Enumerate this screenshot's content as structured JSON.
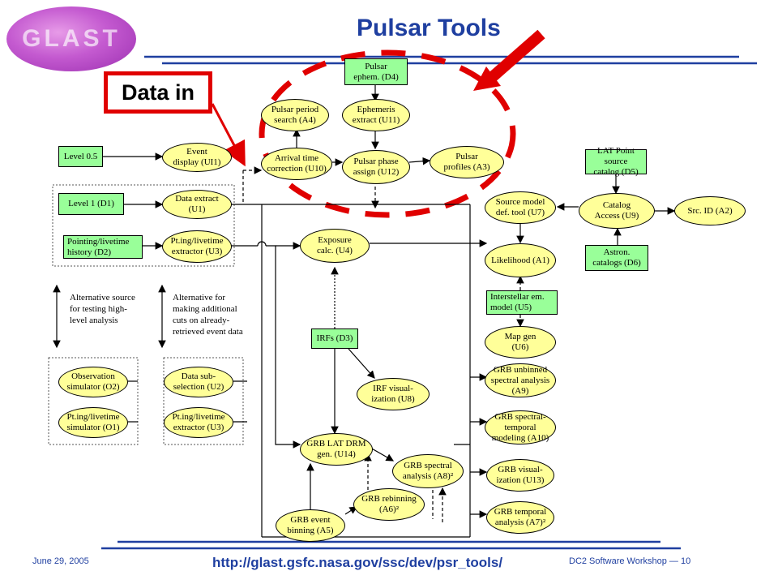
{
  "header": {
    "logo_text": "GLAST",
    "title": "Pulsar Tools",
    "callout": "Data in"
  },
  "colors": {
    "tool_fill": "#ffff99",
    "data_fill": "#99ff99",
    "accent_blue": "#1f3fa0",
    "highlight_red": "#e00000"
  },
  "nodes": {
    "pulsar_ephem": "Pulsar\nephem. (D4)",
    "pulsar_period_search": "Pulsar period\nsearch (A4)",
    "ephemeris_extract": "Ephemeris\nextract (U11)",
    "arrival_time_correction": "Arrival time\ncorrection (U10)",
    "pulsar_phase_assign": "Pulsar phase\nassign (U12)",
    "pulsar_profiles": "Pulsar\nprofiles (A3)",
    "level_05": "Level 0.5",
    "event_display": "Event\ndisplay (UI1)",
    "level_1": "Level 1 (D1)",
    "data_extract": "Data extract\n(U1)",
    "pointing_history": "Pointing/livetime\nhistory (D2)",
    "ptg_extractor": "Pt.ing/livetime\nextractor (U3)",
    "exposure_calc": "Exposure\ncalc. (U4)",
    "lat_point_source_catalog": "LAT Point source\ncatalog (D5)",
    "source_model_def": "Source model\ndef. tool (U7)",
    "catalog_access": "Catalog\nAccess (U9)",
    "src_id": "Src. ID (A2)",
    "likelihood": "Likelihood (A1)",
    "astron_catalogs": "Astron.\ncatalogs (D6)",
    "interstellar_em": "Interstellar em.\nmodel (U5)",
    "map_gen": "Map gen\n(U6)",
    "irfs": "IRFs (D3)",
    "grb_unbinned": "GRB unbinned\nspectral analysis (A9)",
    "irf_visualization": "IRF visual-\nization (U8)",
    "grb_spectral_temporal": "GRB spectral-temporal\nmodeling (A10)",
    "observation_simulator": "Observation\nsimulator (O2)",
    "ptg_simulator": "Pt.ing/livetime\nsimulator (O1)",
    "data_subselection": "Data sub-\nselection (U2)",
    "ptg_extractor_2": "Pt.ing/livetime\nextractor (U3)",
    "grb_lat_drm": "GRB LAT DRM\ngen. (U14)",
    "grb_spectral_analysis": "GRB spectral\nanalysis (A8)²",
    "grb_visualization": "GRB visual-\nization (U13)",
    "grb_rebinning": "GRB rebinning\n(A6)²",
    "grb_event_binning": "GRB event\nbinning (A5)",
    "grb_temporal_analysis": "GRB temporal\nanalysis (A7)²"
  },
  "notes": {
    "alt_source": "Alternative source\nfor testing high-\nlevel analysis",
    "alt_cuts": "Alternative for\nmaking additional\ncuts on already-\nretrieved event data"
  },
  "footer": {
    "date": "June 29, 2005",
    "url": "http://glast.gsfc.nasa.gov/ssc/dev/psr_tools/",
    "workshop": "DC2 Software Workshop — 10"
  }
}
